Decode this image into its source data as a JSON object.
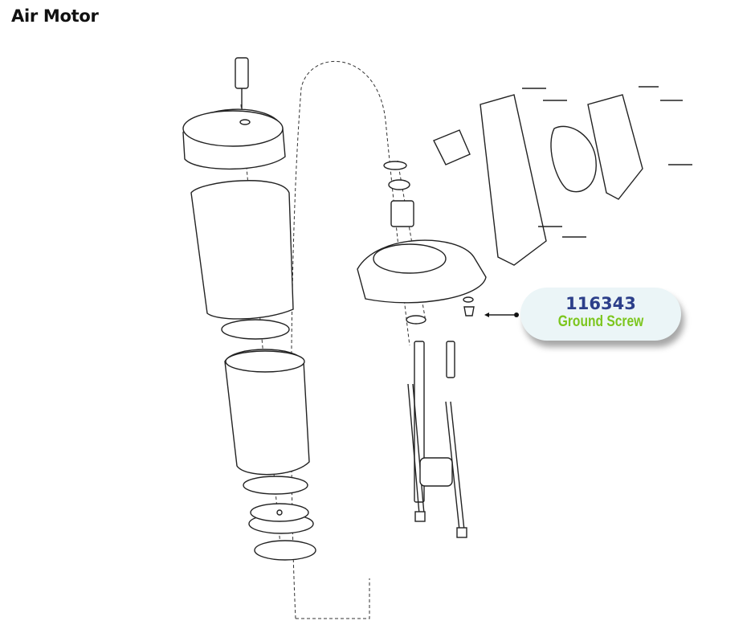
{
  "title": "Air Motor",
  "callout": {
    "part_number": "116343",
    "part_name": "Ground Screw",
    "colors": {
      "part_number": "#2c3f8a",
      "part_name": "#7cc61e",
      "background": "#ebf5f7"
    }
  }
}
